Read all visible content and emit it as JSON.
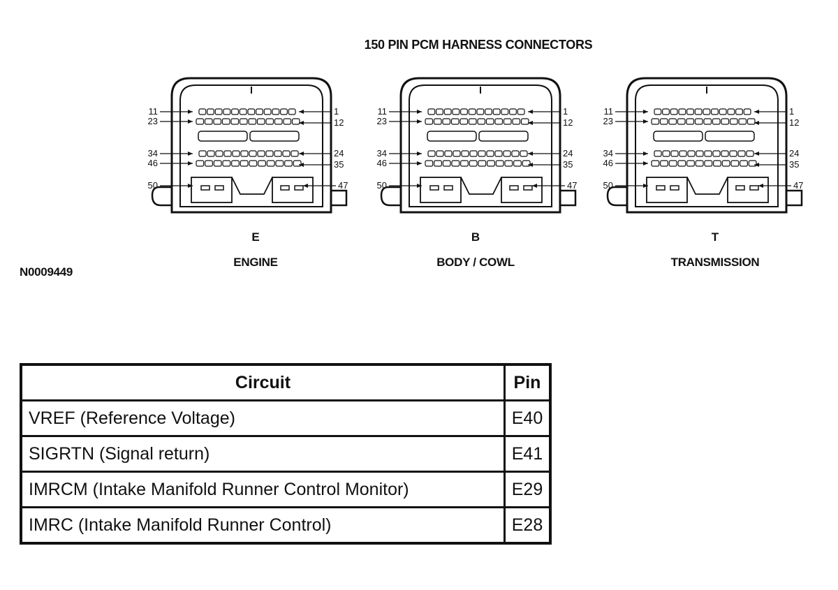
{
  "diagram": {
    "title": "150 PIN PCM HARNESS CONNECTORS",
    "figure_id": "N0009449",
    "pin_labels": {
      "row1_left": "11",
      "row1_right": "1",
      "row2_left": "23",
      "row2_right": "12",
      "row3_left": "34",
      "row3_right": "24",
      "row4_left": "46",
      "row4_right": "35",
      "row5_left": "50",
      "row5_right": "47"
    },
    "connectors": [
      {
        "letter": "E",
        "name": "ENGINE"
      },
      {
        "letter": "B",
        "name": "BODY / COWL"
      },
      {
        "letter": "T",
        "name": "TRANSMISSION"
      }
    ]
  },
  "table": {
    "headers": {
      "circuit": "Circuit",
      "pin": "Pin"
    },
    "rows": [
      {
        "circuit": "VREF (Reference Voltage)",
        "pin": "E40"
      },
      {
        "circuit": "SIGRTN (Signal return)",
        "pin": "E41"
      },
      {
        "circuit": "IMRCM (Intake Manifold Runner Control Monitor)",
        "pin": "E29"
      },
      {
        "circuit": "IMRC (Intake Manifold Runner Control)",
        "pin": "E28"
      }
    ]
  }
}
